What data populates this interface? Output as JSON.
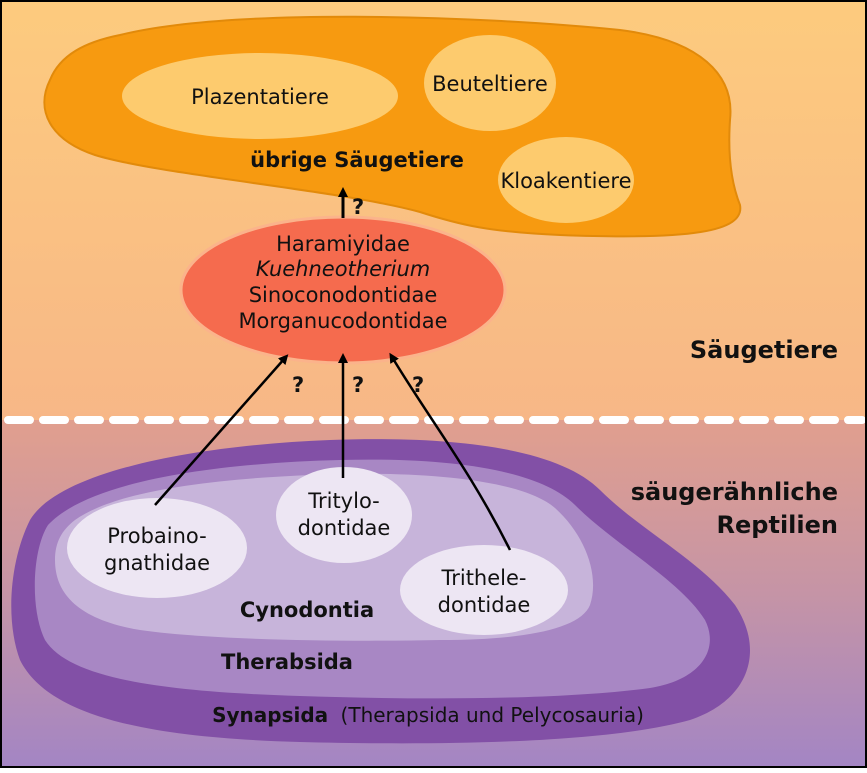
{
  "mammals_group": {
    "placentals": "Plazentatiere",
    "marsupials": "Beuteltiere",
    "monotremes": "Kloakentiere",
    "label": "übrige Säugetiere"
  },
  "early_mammals": {
    "line1": "Haramiyidae",
    "line2": "Kuehneotherium",
    "line3": "Sinoconodontidae",
    "line4": "Morganucodontidae"
  },
  "question_mark": "?",
  "zones": {
    "mammals": "Säugetiere",
    "reptiles_line1": "säugerähnliche",
    "reptiles_line2": "Reptilien"
  },
  "reptile_groups": {
    "probaino_line1": "Probaino-",
    "probaino_line2": "gnathidae",
    "tritylo_line1": "Tritylo-",
    "tritylo_line2": "dontidae",
    "trithele_line1": "Trithele-",
    "trithele_line2": "dontidae",
    "cynodontia": "Cynodontia",
    "therabsida": "Therabsida",
    "synapsida": "Synapsida",
    "synapsida_note": "(Therapsida und Pelycosauria)"
  },
  "colors": {
    "top_bg": "#FDCB7E",
    "bottom_bg": "#A07EC0",
    "mammal_orange": "#F79A10",
    "mammal_inner": "#FDCB6E",
    "early_mammal_red": "#F56B4E",
    "synapsida_purple": "#8250A6",
    "therabsida_purple": "#A887C4",
    "cynodontia_purple": "#C7B4DA",
    "family_fill": "#EDE6F3"
  }
}
